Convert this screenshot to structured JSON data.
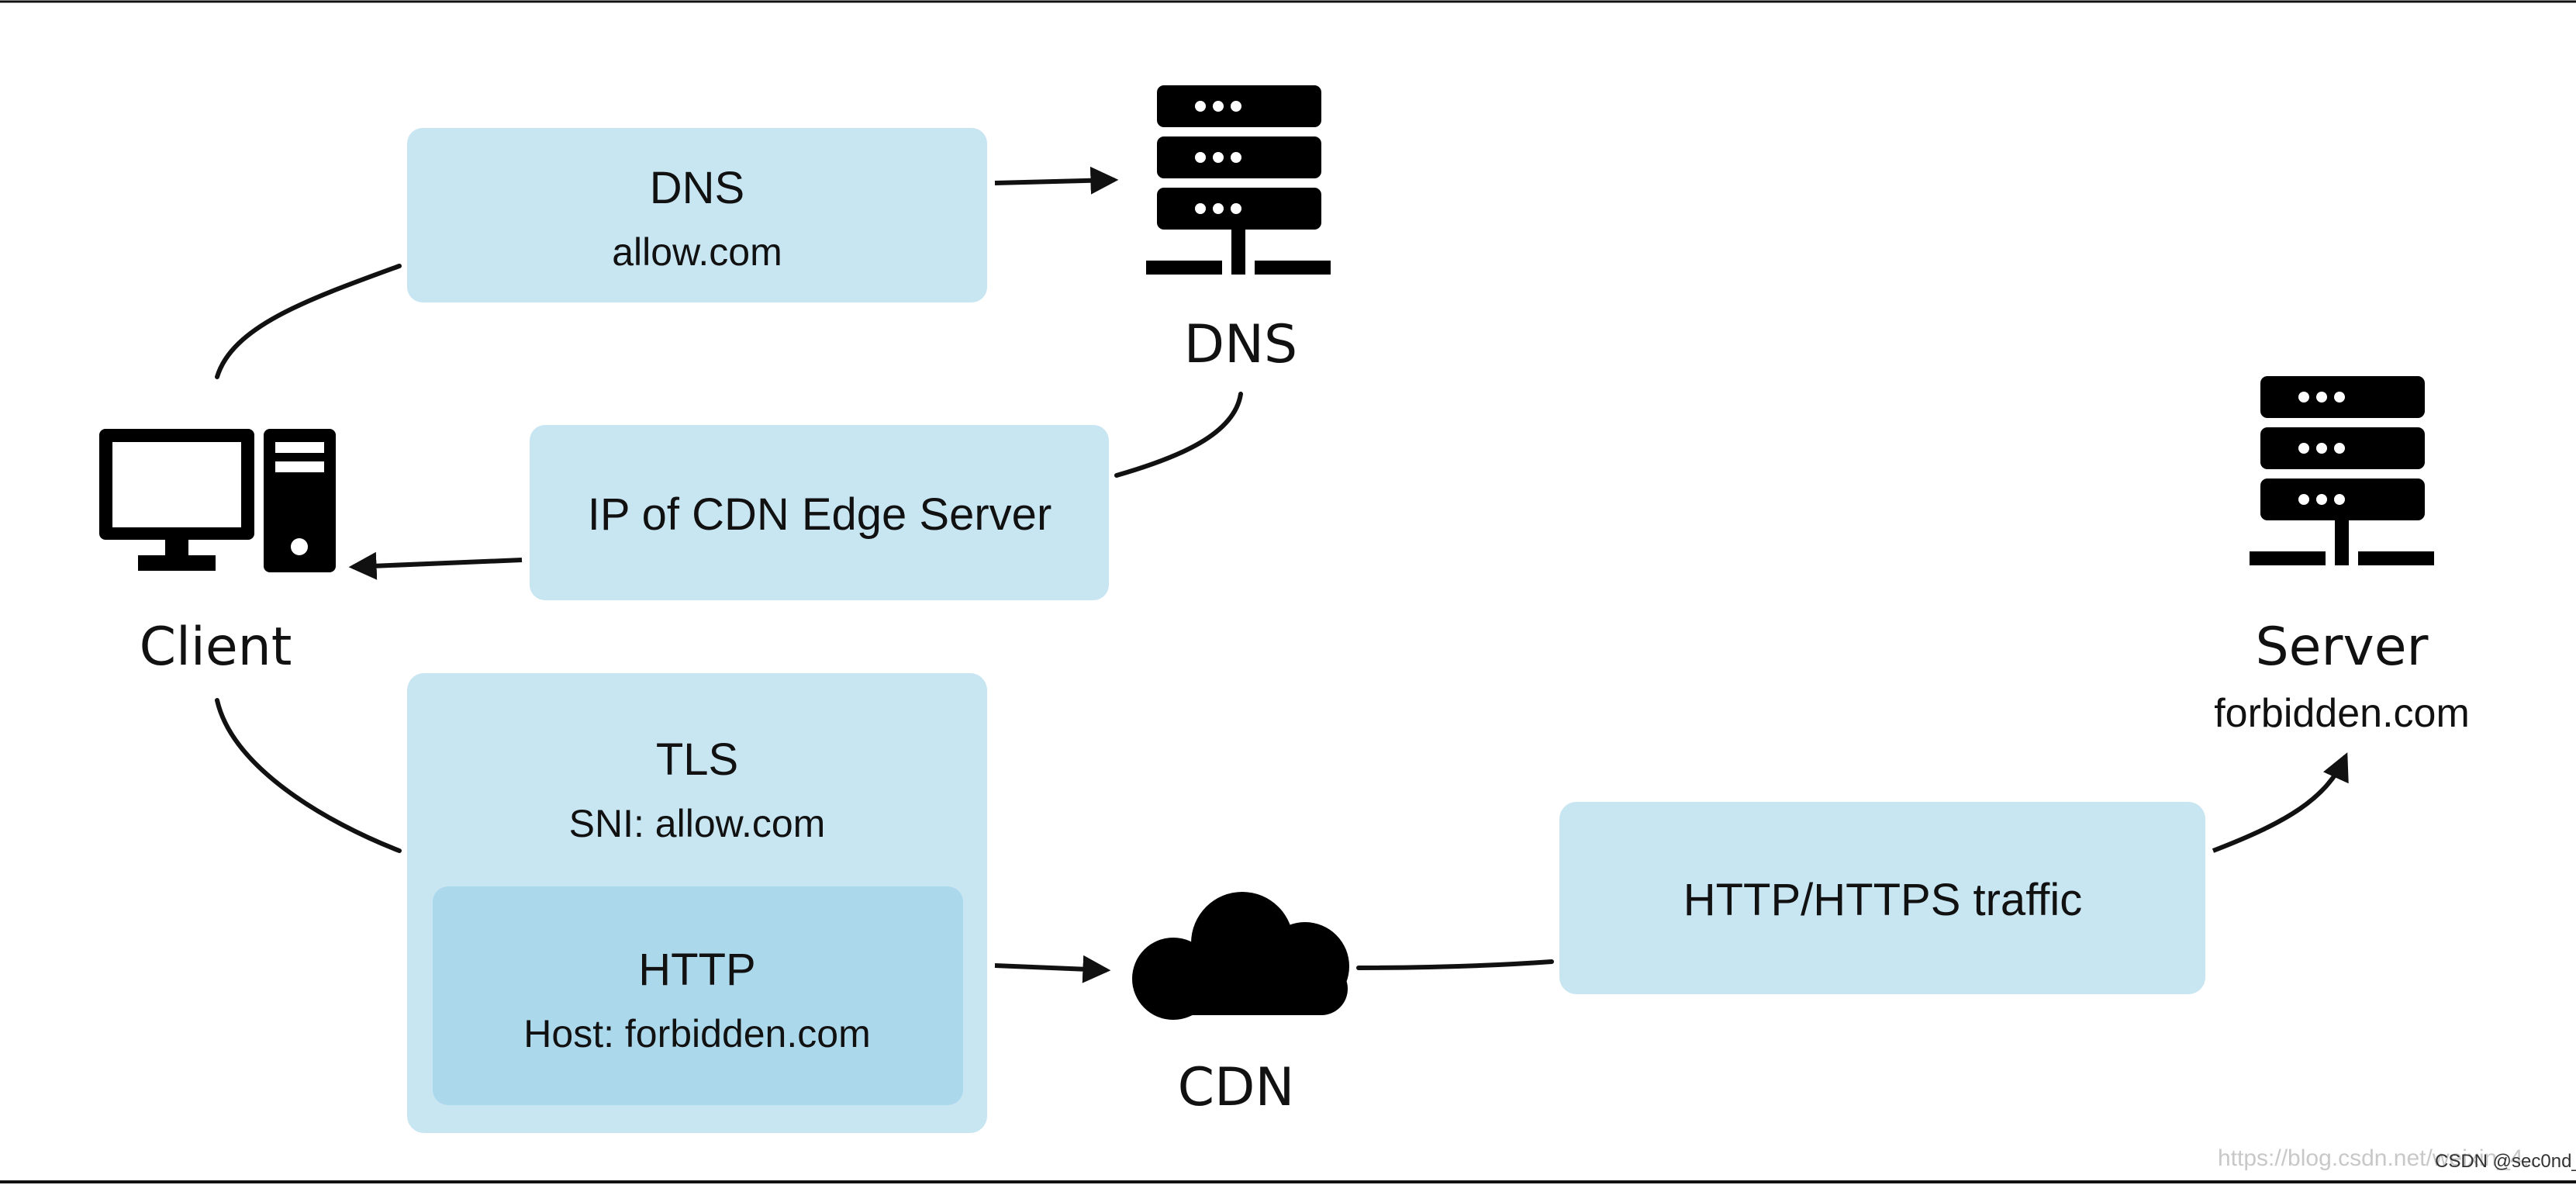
{
  "colors": {
    "box_fill": "#c8e5f2",
    "inner_box_fill": "#acd8eb",
    "line": "#111111",
    "icon": "#000000",
    "frame": "#111111"
  },
  "dns_query": {
    "title": "DNS",
    "subtitle": "allow.com"
  },
  "dns_answer": {
    "title": "IP of CDN Edge Server"
  },
  "tls": {
    "title": "TLS",
    "subtitle": "SNI: allow.com",
    "http": {
      "title": "HTTP",
      "subtitle": "Host: forbidden.com"
    }
  },
  "traffic": {
    "title": "HTTP/HTTPS traffic"
  },
  "nodes": {
    "client": {
      "label": "Client",
      "icon": "desktop-computer-icon"
    },
    "dns": {
      "label": "DNS",
      "icon": "server-rack-icon"
    },
    "server": {
      "label": "Server",
      "sublabel": "forbidden.com",
      "icon": "server-rack-icon"
    },
    "cdn": {
      "label": "CDN",
      "icon": "cloud-icon"
    }
  },
  "watermark": "https://blog.csdn.net/weixin_4...",
  "credit": "CSDN @sec0nd_"
}
